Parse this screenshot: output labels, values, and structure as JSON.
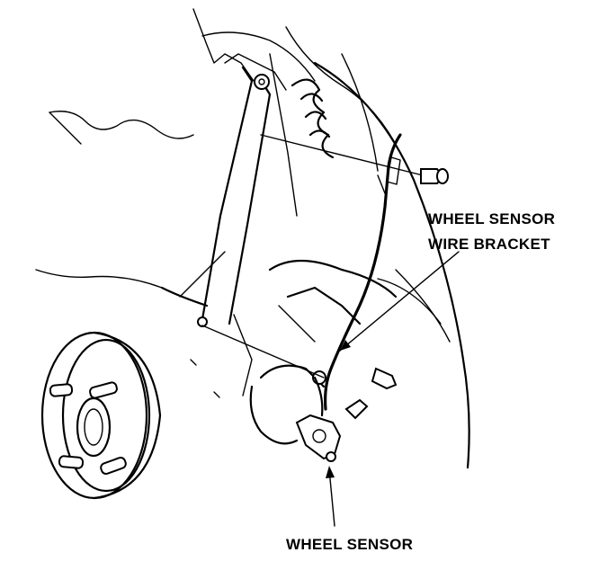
{
  "labels": {
    "bracket_line1": "WHEEL SENSOR",
    "bracket_line2": "WIRE BRACKET",
    "sensor": "WHEEL SENSOR"
  }
}
